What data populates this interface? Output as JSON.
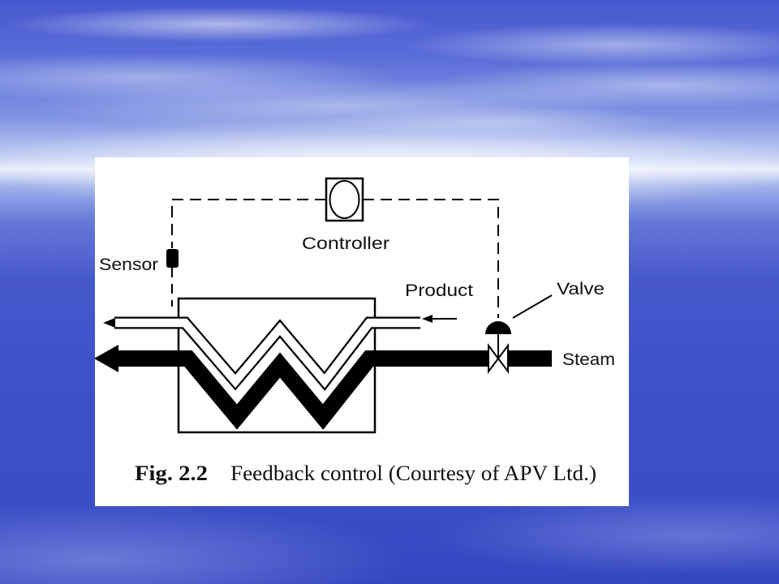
{
  "figure": {
    "labels": {
      "controller": "Controller",
      "sensor": "Sensor",
      "product": "Product",
      "valve": "Valve",
      "steam": "Steam"
    },
    "caption_number": "Fig. 2.2",
    "caption_text": "Feedback control (Courtesy of APV Ltd.)"
  },
  "colors": {
    "background": "#3d51c8",
    "figure_background": "#ffffff",
    "line": "#000000"
  }
}
